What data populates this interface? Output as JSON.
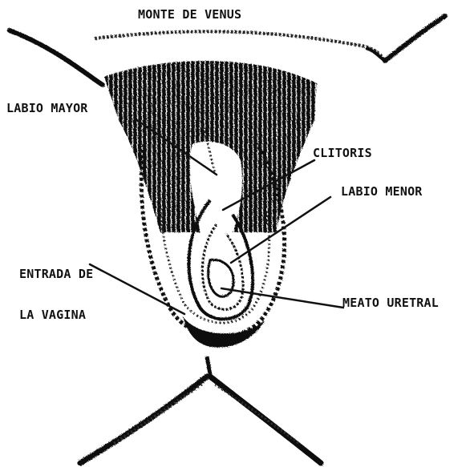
{
  "labels": {
    "monte_de_venus": "MONTE DE VENUS",
    "labio_mayor": "LABIO MAYOR",
    "clitoris": "CLITORIS",
    "labio_menor": "LABIO MENOR",
    "entrada_line1": "ENTRADA DE",
    "entrada_line2": "LA VAGINA",
    "meato_uretral": "MEATO URETRAL"
  },
  "colors": {
    "ink": "#111111",
    "background": "#ffffff"
  }
}
